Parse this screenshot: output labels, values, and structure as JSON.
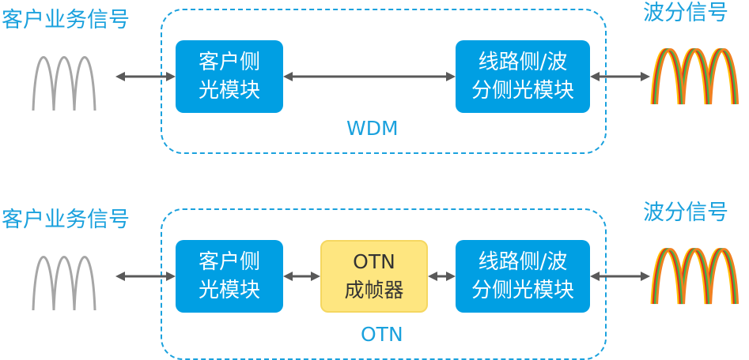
{
  "colors": {
    "accent": "#1aa1dd",
    "box_blue": "#009fe3",
    "box_yellow": "#fee680",
    "arrow": "#595959",
    "client_wave": "#a6a6a6",
    "wdm_waves": [
      "#ffc000",
      "#e0301e",
      "#3cb44b",
      "#f08020"
    ]
  },
  "wdm": {
    "client_label": "客户业务信号",
    "wavelength_label": "波分信号",
    "client_module": [
      "客户侧",
      "光模块"
    ],
    "line_module": [
      "线路侧/波",
      "分侧光模块"
    ],
    "frame_label": "WDM"
  },
  "otn": {
    "client_label": "客户业务信号",
    "wavelength_label": "波分信号",
    "client_module": [
      "客户侧",
      "光模块"
    ],
    "framer": [
      "OTN",
      "成帧器"
    ],
    "line_module": [
      "线路侧/波",
      "分侧光模块"
    ],
    "frame_label": "OTN"
  }
}
